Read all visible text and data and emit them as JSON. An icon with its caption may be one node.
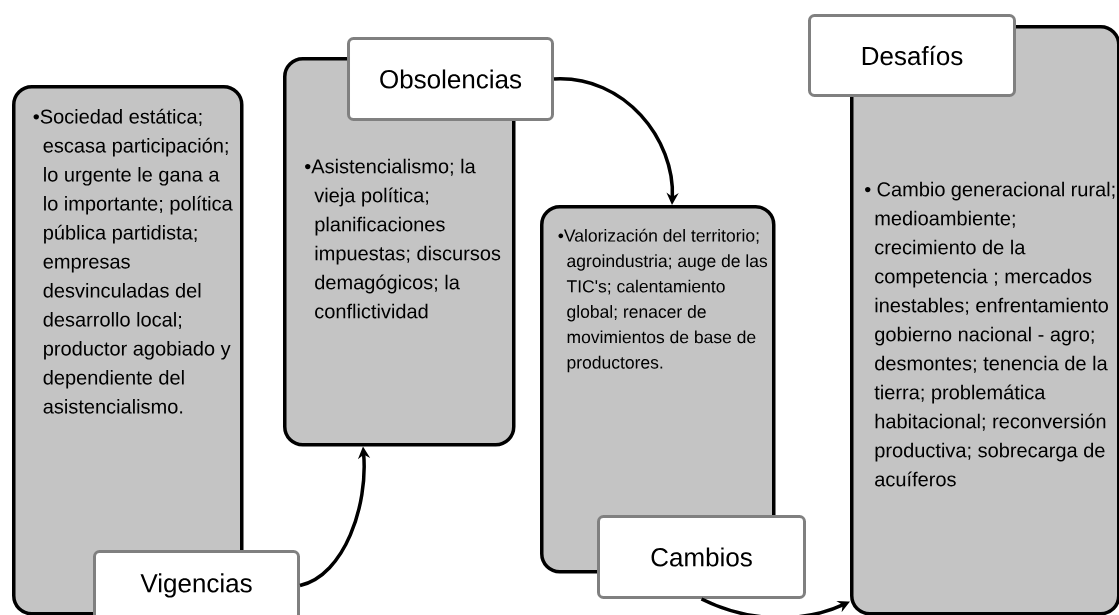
{
  "diagram": {
    "nodes": [
      {
        "text": [
          "•Sociedad estática; escasa participación; lo urgente le gana a lo importante; política pública partidista; empresas desvinculadas del desarrollo local; productor agobiado y dependiente del asistencialismo.",
          "Vigencias"
        ]
      },
      {
        "text": [
          "Obsolencias",
          "•Asistencialismo; la vieja política; planificaciones impuestas; discursos demagógicos; la conflictividad"
        ]
      },
      {
        "text": [
          "•Valorización del territorio; agroindustria; auge de las TIC's; calentamiento global; renacer de movimientos de base de productores.",
          "Cambios"
        ]
      },
      {
        "text": [
          "Desafíos",
          "• Cambio generacional rural; medioambiente; crecimiento de la competencia ; mercados inestables; enfrentamiento gobierno nacional - agro; desmontes; tenencia de la tierra; problemática habitacional; reconversión productiva; sobrecarga de acuíferos"
        ]
      }
    ],
    "edges": [
      {
        "from": 0,
        "to": 1,
        "arrow": "to"
      },
      {
        "from": 1,
        "to": 2,
        "arrow": "to"
      },
      {
        "from": 2,
        "to": 3,
        "arrow": "to"
      }
    ]
  }
}
